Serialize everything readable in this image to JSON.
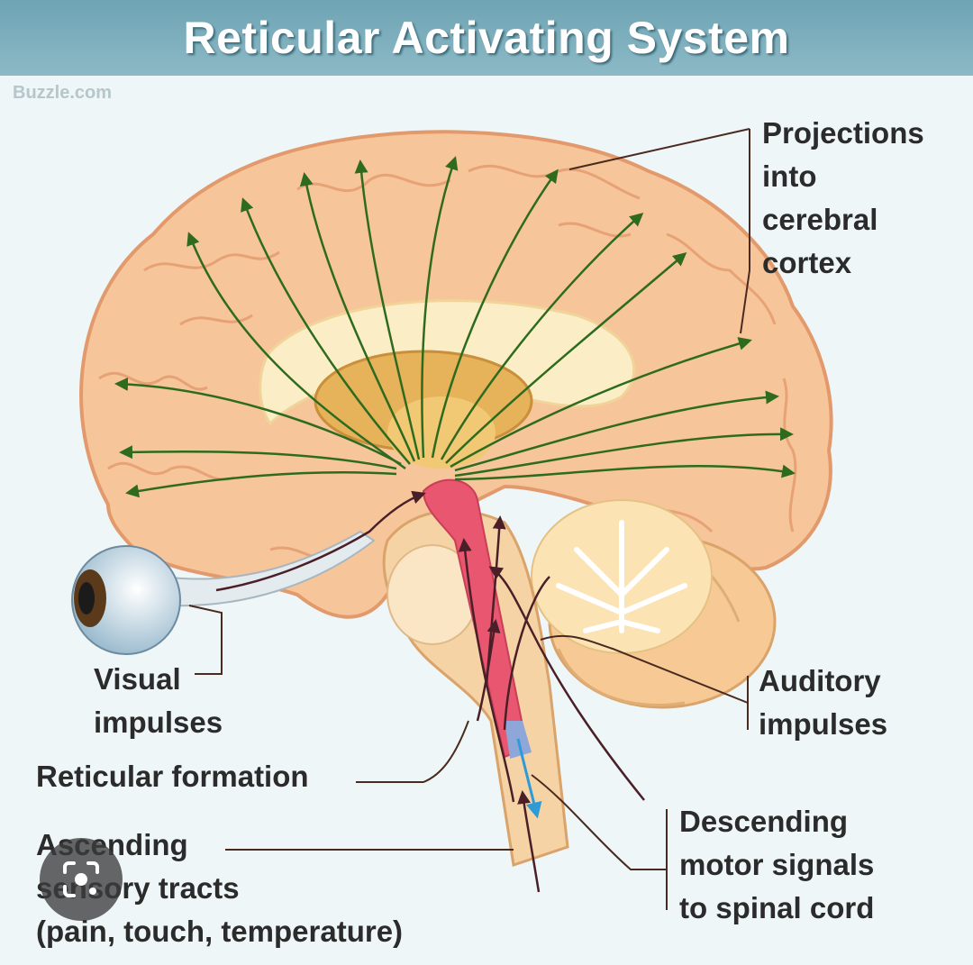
{
  "title": "Reticular Activating System",
  "watermark": "Buzzle.com",
  "labels": {
    "projections": "Projections\ninto\ncerebral\ncortex",
    "visual": "Visual\nimpulses",
    "reticular": "Reticular formation",
    "ascending": "Ascending\nsensory tracts\n(pain, touch, temperature)",
    "auditory": "Auditory\nimpulses",
    "descending": "Descending\nmotor signals\nto spinal cord"
  },
  "colors": {
    "brain": "#f7c59a",
    "brain_fold": "#e29a6c",
    "arrow": "#2f6b1f",
    "reticular": "#e8566f",
    "cerebellum": "#fbe3b4",
    "line": "#4a2a1f",
    "descending_arrow": "#2e9bd6"
  },
  "icons": {
    "lens": "lens-search-icon",
    "eye": "eye-icon"
  }
}
